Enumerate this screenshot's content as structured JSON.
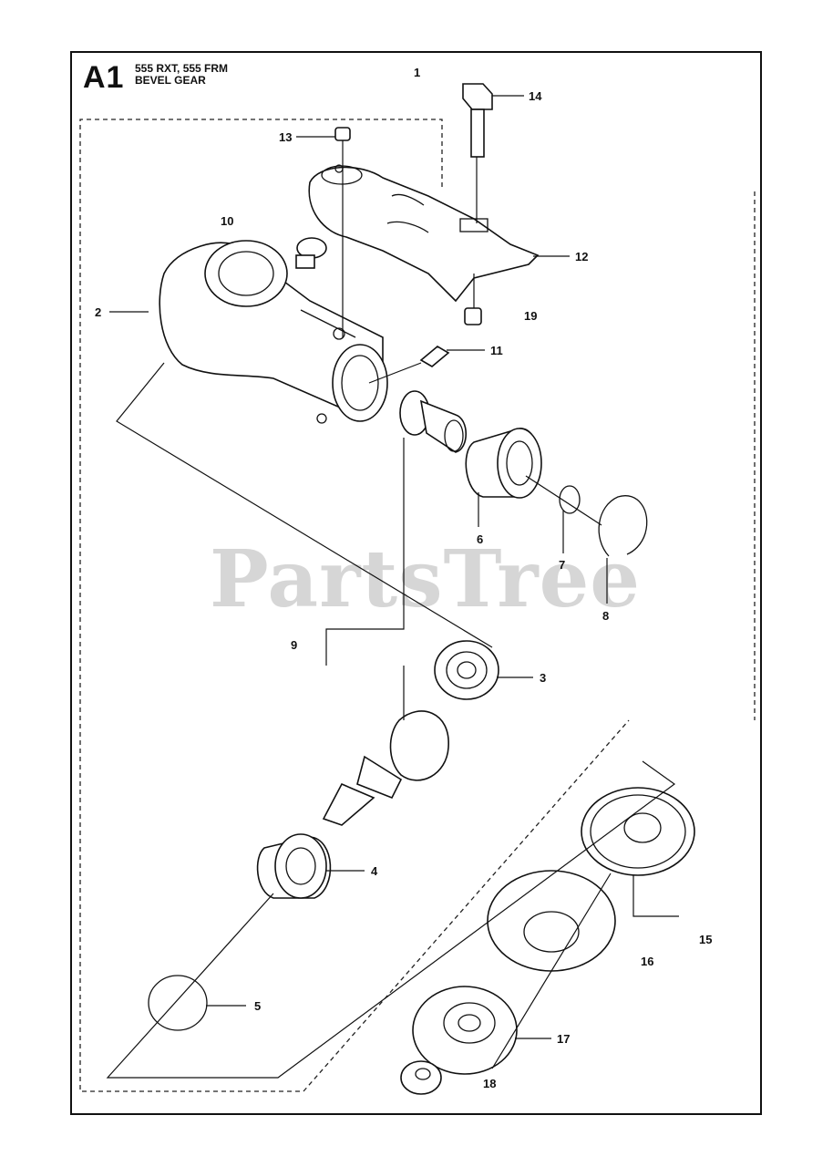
{
  "header": {
    "section_code": "A1",
    "models": "555 RXT, 555 FRM",
    "title": "BEVEL GEAR"
  },
  "watermark": "PartsTree",
  "parts": [
    {
      "id": "p1",
      "label": "1"
    },
    {
      "id": "p2",
      "label": "2"
    },
    {
      "id": "p3",
      "label": "3"
    },
    {
      "id": "p4",
      "label": "4"
    },
    {
      "id": "p5",
      "label": "5"
    },
    {
      "id": "p6",
      "label": "6"
    },
    {
      "id": "p7",
      "label": "7"
    },
    {
      "id": "p8",
      "label": "8"
    },
    {
      "id": "p9",
      "label": "9"
    },
    {
      "id": "p10",
      "label": "10"
    },
    {
      "id": "p11",
      "label": "11"
    },
    {
      "id": "p12",
      "label": "12"
    },
    {
      "id": "p13",
      "label": "13"
    },
    {
      "id": "p14",
      "label": "14"
    },
    {
      "id": "p15",
      "label": "15"
    },
    {
      "id": "p16",
      "label": "16"
    },
    {
      "id": "p17",
      "label": "17"
    },
    {
      "id": "p18",
      "label": "18"
    },
    {
      "id": "p19",
      "label": "19"
    }
  ]
}
